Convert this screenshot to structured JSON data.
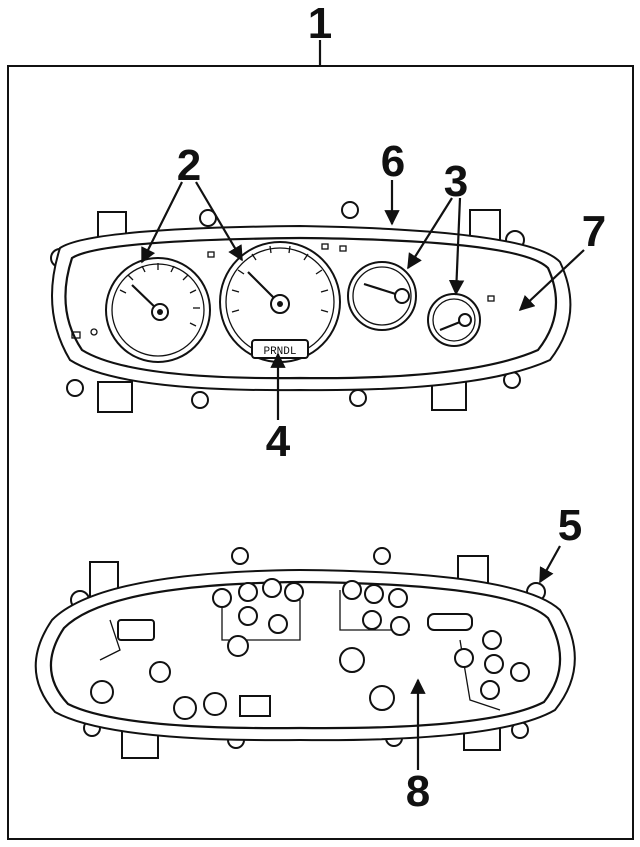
{
  "callouts": {
    "c1": "1",
    "c2": "2",
    "c3": "3",
    "c4": "4",
    "c5": "5",
    "c6": "6",
    "c7": "7",
    "c8": "8"
  },
  "display_text": "PRNDL",
  "colors": {
    "ink": "#111111",
    "background": "#ffffff"
  }
}
